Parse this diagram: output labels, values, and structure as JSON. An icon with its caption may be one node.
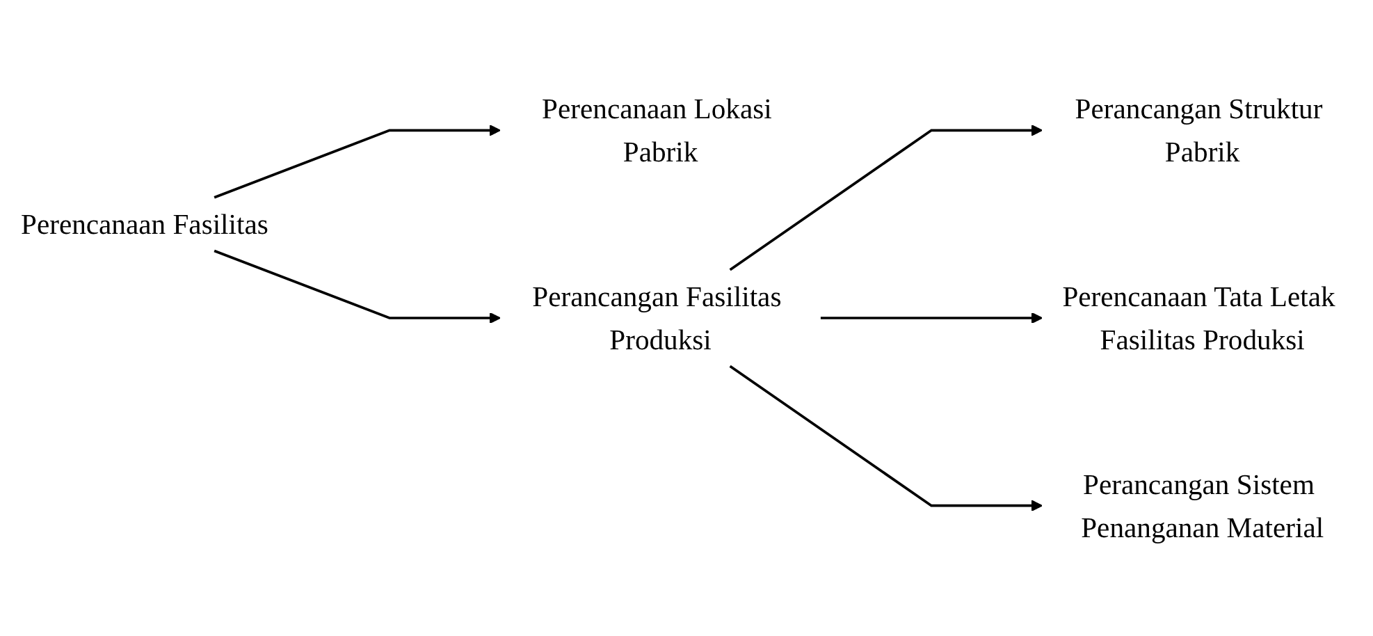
{
  "diagram": {
    "nodes": [
      {
        "text": [
          "Perencanaan Fasilitas"
        ]
      },
      {
        "text": [
          "Perencanaan Lokasi Pabrik"
        ]
      },
      {
        "text": [
          "Perancangan Fasilitas Produksi"
        ]
      },
      {
        "text": [
          "Perancangan Struktur Pabrik"
        ]
      },
      {
        "text": [
          "Perencanaan Tata Letak Fasilitas Produksi"
        ]
      },
      {
        "text": [
          "Perancangan Sistem Penanganan Material"
        ]
      }
    ],
    "edges": [
      {
        "from": 0,
        "to": 1,
        "arrow": "to"
      },
      {
        "from": 0,
        "to": 2,
        "arrow": "to"
      },
      {
        "from": 2,
        "to": 3,
        "arrow": "to"
      },
      {
        "from": 2,
        "to": 4,
        "arrow": "to"
      },
      {
        "from": 2,
        "to": 5,
        "arrow": "to"
      }
    ]
  }
}
